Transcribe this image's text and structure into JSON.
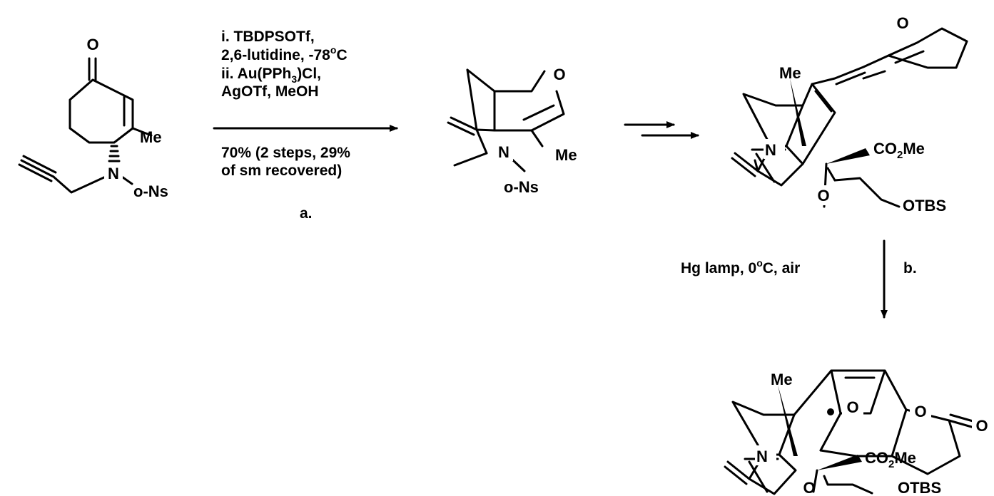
{
  "step_a": {
    "conditions": [
      "i. TBDPSOTf,",
      "2,6-lutidine, -78",
      "ii. Au(PPh",
      "AgOTf, MeOH",
      "70% (2 steps, 29%",
      "of sm recovered)"
    ],
    "degree_sign": "o",
    "degree_suffix": "C",
    "pph3_sub": "3",
    "pph3_suffix": ")Cl,",
    "label": "a."
  },
  "step_b": {
    "conditions": "Hg lamp, 0",
    "degree_sign": "o",
    "suffix": "C, air",
    "label": "b."
  },
  "atoms": {
    "oxygen": "O",
    "nitrogen": "N",
    "methyl": "Me",
    "nosyl": "o-Ns",
    "ester": "CO",
    "ester_sub": "2",
    "ester_suffix": "Me",
    "silyl": "OTBS"
  }
}
